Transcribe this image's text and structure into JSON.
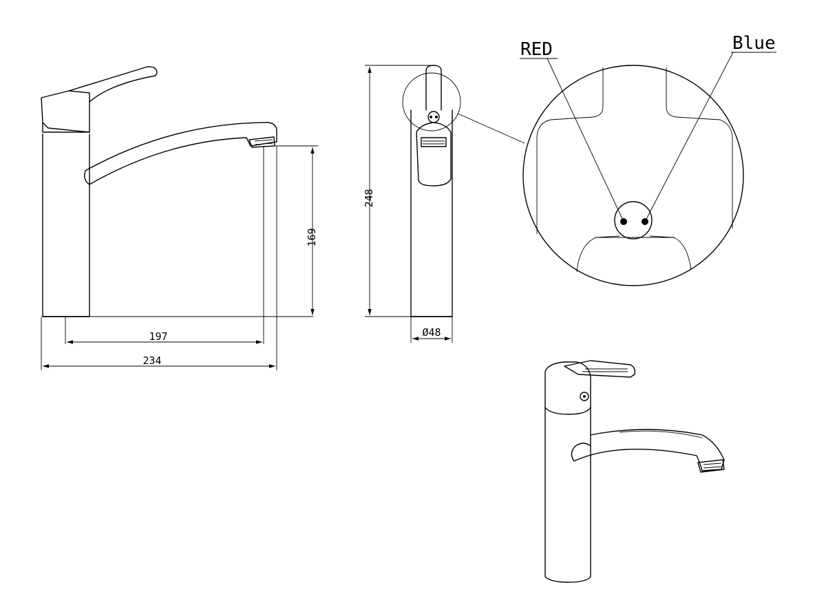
{
  "dimensions": {
    "overall_width": "234",
    "spout_reach": "197",
    "spout_height": "169",
    "overall_height": "248",
    "body_diameter": "Ø48"
  },
  "labels": {
    "red": "RED",
    "blue": "Blue"
  }
}
